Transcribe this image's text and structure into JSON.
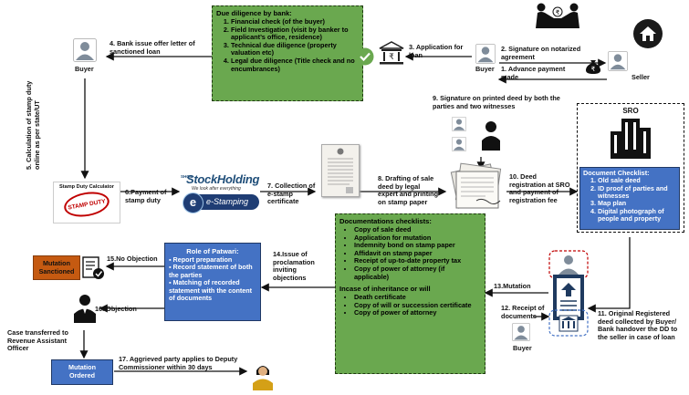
{
  "due_diligence": {
    "title": "Due diligence by bank:",
    "items": [
      "Financial check (of the buyer)",
      "Field Investigation (visit by banker to applicant’s office, residence)",
      "Technical due diligence (property valuation etc)",
      "Legal due diligence (Title check and no encumbrances)"
    ]
  },
  "roles": {
    "buyer_top": "Buyer",
    "buyer_mid": "Buyer",
    "seller": "Seller",
    "buyer_bottom": "Buyer",
    "sro": "SRO"
  },
  "steps": {
    "s1": "1. Advance payment made",
    "s2": "2. Signature on notarized agreement",
    "s3": "3. Application for loan",
    "s4": "4. Bank issue offer letter of sanctioned loan",
    "s5": "5. Calculation of stamp duty online as per state/UT",
    "s6": "6.Payment of stamp duty",
    "s7": "7. Collection of e-stamp certificate",
    "s8": "8. Drafting of sale deed by legal expert and printing on stamp paper",
    "s9": "9. Signature on printed deed by both the parties and two witnesses",
    "s10": "10. Deed registration at SRO and payment of registration fee",
    "s11": "11. Original Registered deed collected by Buyer/ Bank handover the DD to the seller in case of loan",
    "s12": "12. Receipt of documents",
    "s13": "13.Mutation",
    "s14": "14.Issue of proclamation inviting objections",
    "s15": "15.No Objection",
    "s16": "16. Objection",
    "s17": "17. Aggrieved party applies to Deputy Commissioner within 30 days"
  },
  "calculator_label": "Stamp Duty Calculator",
  "stamp_text": "STAMP DUTY",
  "stockholding": {
    "name": "StockHolding",
    "tagline": "We look after everything",
    "estamping": "e-Stamping",
    "shcil": "SHCIL"
  },
  "sro_checklist": {
    "title": "Document Checklist:",
    "items": [
      "Old sale deed",
      "ID proof of parties and witnesses",
      "Map plan",
      "Digital photograph of people and property"
    ]
  },
  "doc_checklist": {
    "title": "Documentations checklists:",
    "items": [
      "Copy of sale deed",
      "Application for mutation",
      "Indemnity bond on stamp paper",
      "Affidavit on stamp paper",
      "Receipt of up-to-date property tax",
      "Copy of power of attorney (if applicable)"
    ],
    "inheritance_title": "Incase of inheritance or will",
    "inheritance_items": [
      "Death certificate",
      "Copy of will or succession certificate",
      "Copy of power of attorney"
    ]
  },
  "patwari": {
    "title": "Role of Patwari:",
    "items": [
      "Report preparation",
      "Record statement of both the parties",
      "Matching of recorded statement with the content of documents"
    ]
  },
  "mutation_sanctioned": "Mutation Sanctioned",
  "case_transferred": "Case transferred to Revenue Assistant Officer",
  "mutation_ordered": "Mutation Ordered",
  "colors": {
    "green": "#6aa84f",
    "blue": "#4472c4",
    "orange": "#c55a11",
    "red": "#c00000",
    "dark": "#1a1a1a"
  }
}
